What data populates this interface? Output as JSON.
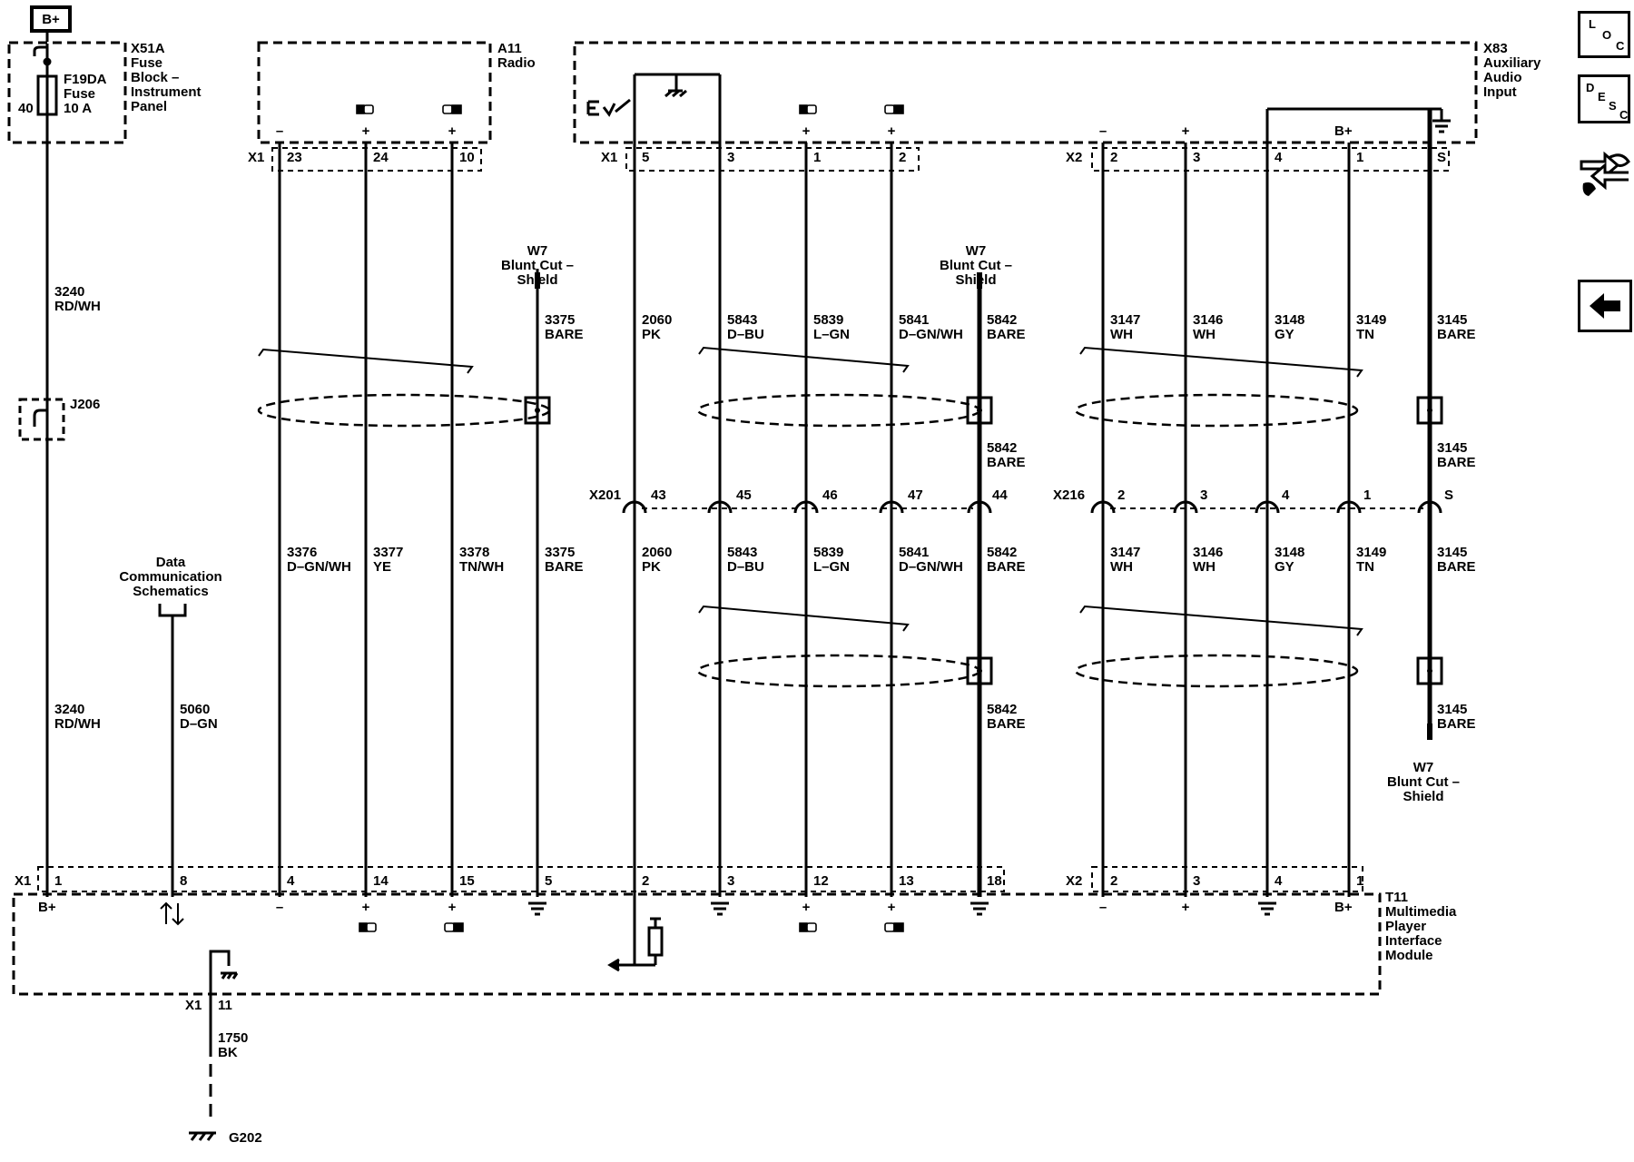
{
  "power_label": "B+",
  "fuse_block": {
    "title": [
      "X51A",
      "Fuse",
      "Block –",
      "Instrument",
      "Panel"
    ],
    "fuse": [
      "F19DA",
      "Fuse",
      "10 A"
    ],
    "cavity": "40"
  },
  "radio": {
    "title": [
      "A11",
      "Radio"
    ],
    "connector": "X1",
    "pins": [
      "23",
      "24",
      "10"
    ],
    "polarity": [
      "–",
      "+",
      "+"
    ]
  },
  "aux": {
    "title": [
      "X83",
      "Auxiliary",
      "Audio",
      "Input"
    ],
    "connector_x1": "X1",
    "pins_x1": [
      "5",
      "3",
      "1",
      "2"
    ],
    "polarity_x1": [
      "+",
      "+"
    ],
    "connector_x2": "X2",
    "pins_x2": [
      "2",
      "3",
      "4",
      "1",
      "S"
    ],
    "polarity_x2": [
      "–",
      "+"
    ],
    "bplus": "B+"
  },
  "splice": "J206",
  "wire_power": {
    "circuit": "3240",
    "color": "RD/WH"
  },
  "data_comm": {
    "label": [
      "Data",
      "Communication",
      "Schematics"
    ],
    "circuit": "5060",
    "color": "D–GN"
  },
  "w7_label": [
    "W7",
    "Blunt Cut –",
    "Shield"
  ],
  "bare": "BARE",
  "inline_x201": {
    "name": "X201",
    "pins": [
      "43",
      "45",
      "46",
      "47",
      "44"
    ]
  },
  "inline_x216": {
    "name": "X216",
    "pins": [
      "2",
      "3",
      "4",
      "1",
      "S"
    ]
  },
  "wires_radio": [
    {
      "circuit": "3376",
      "color": "D–GN/WH"
    },
    {
      "circuit": "3377",
      "color": "YE"
    },
    {
      "circuit": "3378",
      "color": "TN/WH"
    },
    {
      "circuit": "3375",
      "color": "BARE"
    }
  ],
  "wires_aux1": [
    {
      "circuit": "2060",
      "color": "PK"
    },
    {
      "circuit": "5843",
      "color": "D–BU"
    },
    {
      "circuit": "5839",
      "color": "L–GN"
    },
    {
      "circuit": "5841",
      "color": "D–GN/WH"
    },
    {
      "circuit": "5842",
      "color": "BARE"
    }
  ],
  "wires_aux2": [
    {
      "circuit": "3147",
      "color": "WH"
    },
    {
      "circuit": "3146",
      "color": "WH"
    },
    {
      "circuit": "3148",
      "color": "GY"
    },
    {
      "circuit": "3149",
      "color": "TN"
    },
    {
      "circuit": "3145",
      "color": "BARE"
    }
  ],
  "module": {
    "title": [
      "T11",
      "Multimedia",
      "Player",
      "Interface",
      "Module"
    ],
    "x1": "X1",
    "x1_pins": [
      "1",
      "8",
      "4",
      "14",
      "15",
      "5",
      "2",
      "3",
      "12",
      "13",
      "18"
    ],
    "x2": "X2",
    "x2_pins": [
      "2",
      "3",
      "4",
      "1"
    ],
    "bplus": "B+",
    "minus": "–",
    "plus": "+",
    "ground_connector": "X1",
    "ground_pin": "11"
  },
  "ground_wire": {
    "circuit": "1750",
    "color": "BK",
    "ground": "G202"
  },
  "nav": {
    "loc": [
      "L",
      "O",
      "C"
    ],
    "desc": [
      "D",
      "E",
      "S",
      "C"
    ],
    "colors": {
      "line": "#000000",
      "background": "#ffffff"
    }
  }
}
